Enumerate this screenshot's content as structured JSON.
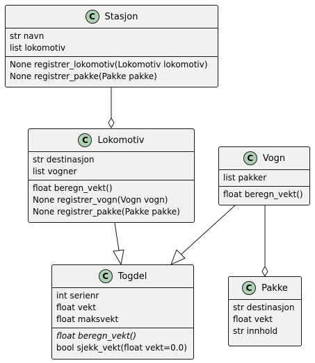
{
  "class_badge_letter": "C",
  "colors": {
    "class_fill": "#f1f1f1",
    "class_border": "#181818",
    "badge_fill": "#add1b2"
  },
  "classes": {
    "stasjon": {
      "name": "Stasjon",
      "attributes": [
        "str navn",
        "list lokomotiv"
      ],
      "methods": [
        "None registrer_lokomotiv(Lokomotiv lokomotiv)",
        "None registrer_pakke(Pakke pakke)"
      ]
    },
    "lokomotiv": {
      "name": "Lokomotiv",
      "attributes": [
        "str destinasjon",
        "list vogner"
      ],
      "methods": [
        "float beregn_vekt()",
        "None registrer_vogn(Vogn vogn)",
        "None registrer_pakke(Pakke pakke)"
      ]
    },
    "vogn": {
      "name": "Vogn",
      "attributes": [
        "list pakker"
      ],
      "methods": [
        "float beregn_vekt()"
      ]
    },
    "togdel": {
      "name": "Togdel",
      "attributes": [
        "int serienr",
        "float vekt",
        "float maksvekt"
      ],
      "methods": [
        "float beregn_vekt()",
        "bool sjekk_vekt(float vekt=0.0)"
      ]
    },
    "pakke": {
      "name": "Pakke",
      "attributes": [
        "str destinasjon",
        "float vekt",
        "str innhold"
      ]
    }
  },
  "relations": [
    {
      "from": "Lokomotiv",
      "to": "Stasjon",
      "type": "aggregation"
    },
    {
      "from": "Pakke",
      "to": "Vogn",
      "type": "aggregation"
    },
    {
      "from": "Lokomotiv",
      "to": "Togdel",
      "type": "inheritance"
    },
    {
      "from": "Vogn",
      "to": "Togdel",
      "type": "inheritance"
    }
  ]
}
